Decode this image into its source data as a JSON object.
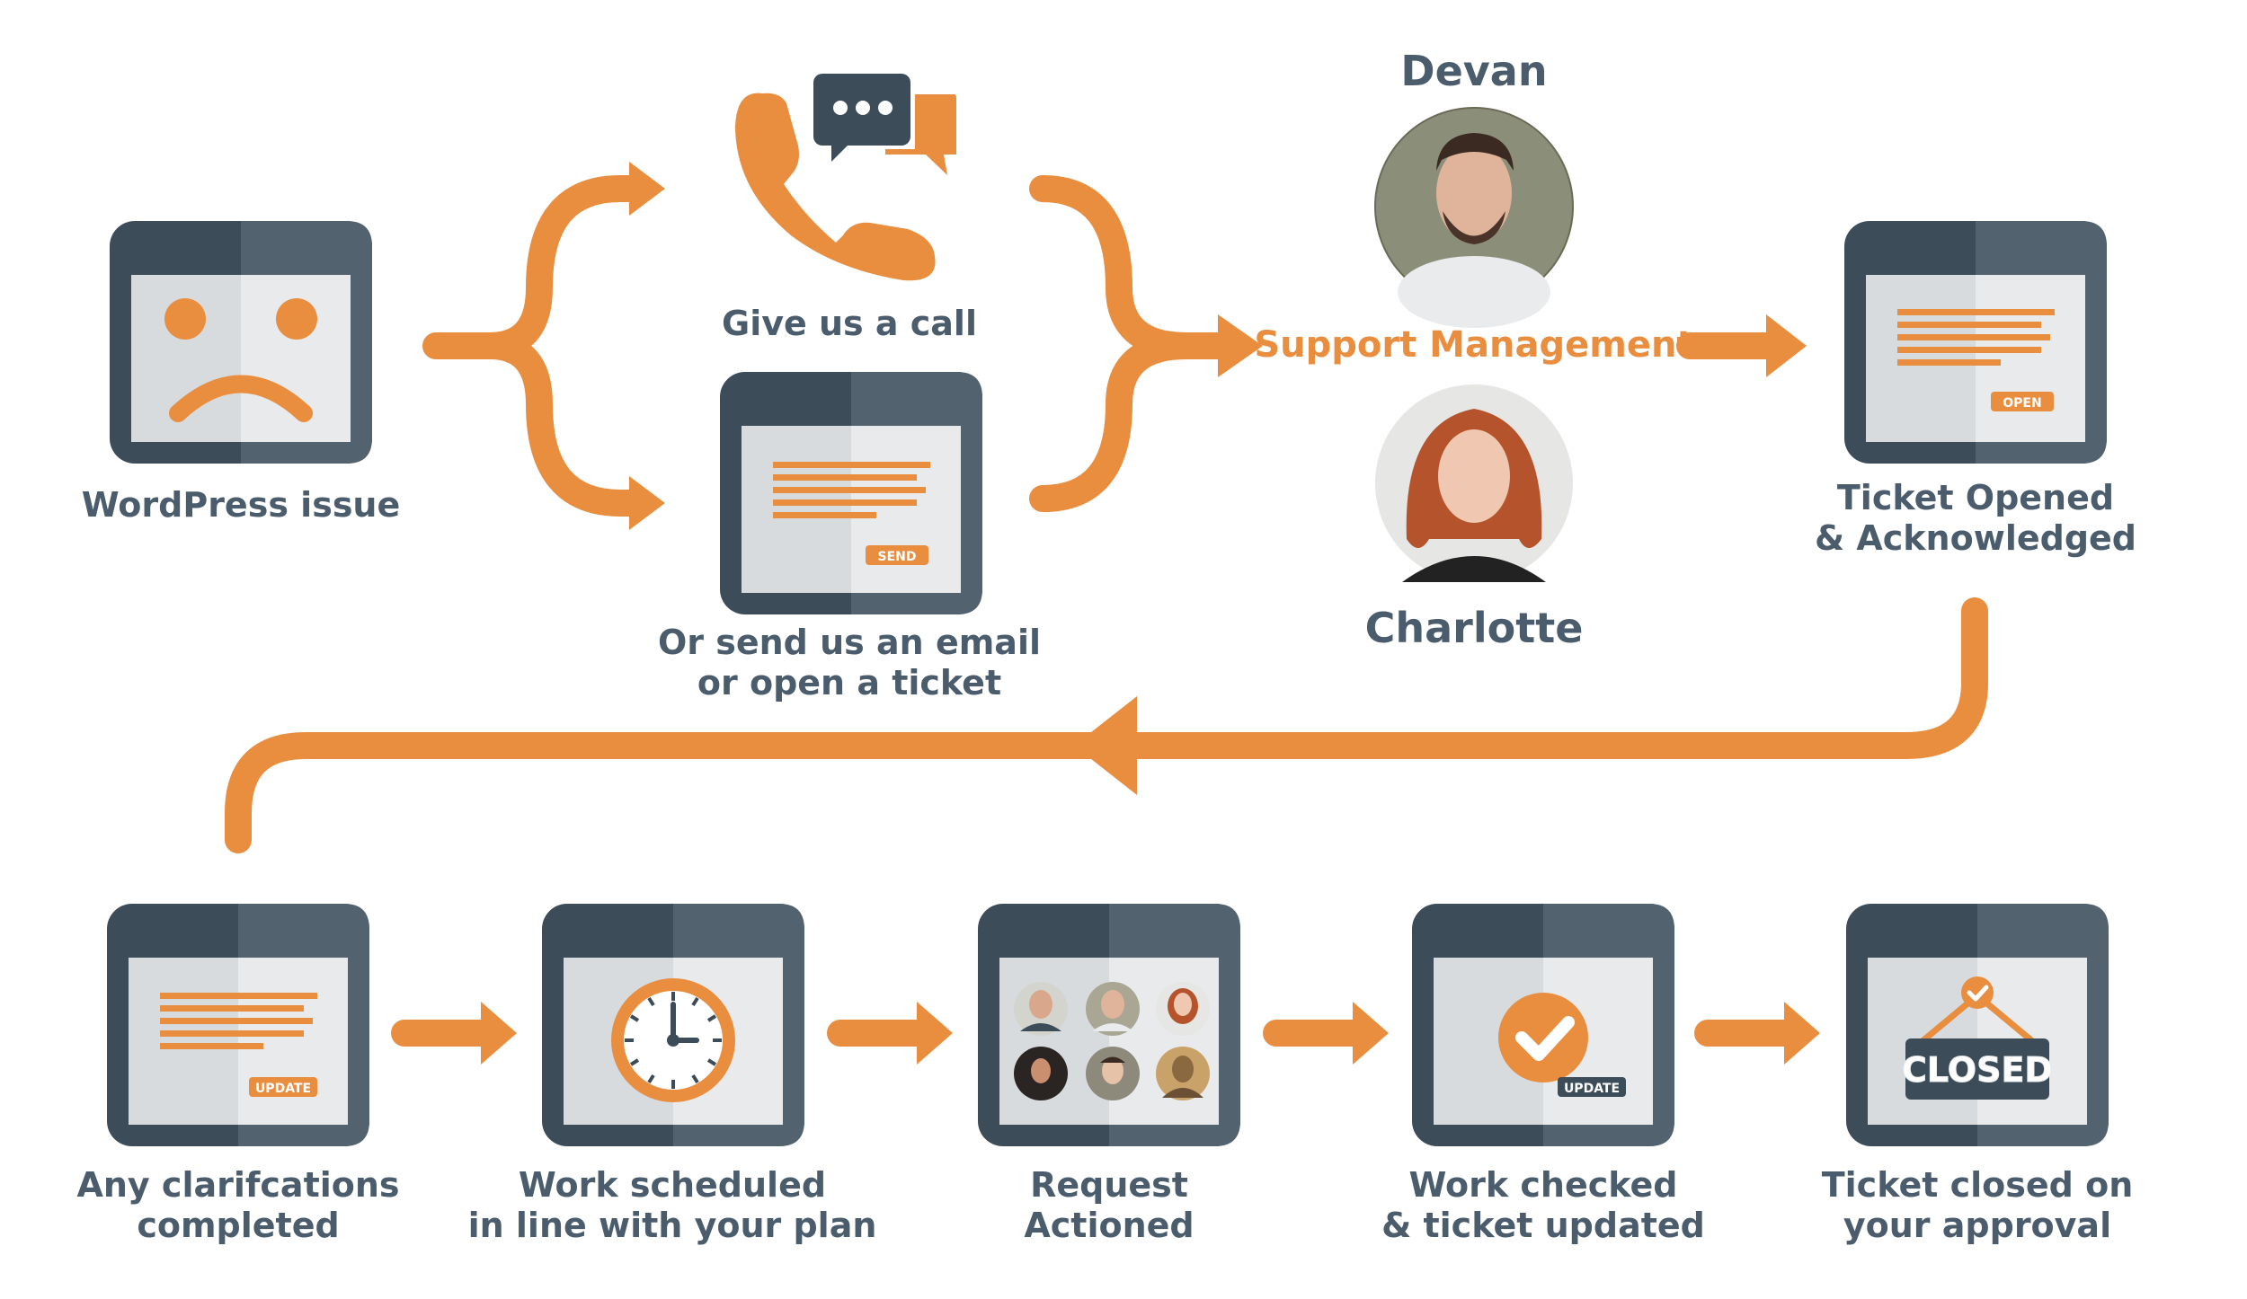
{
  "colors": {
    "orange": "#e98d3f",
    "dark": "#3c4c58",
    "slate": "#52636f",
    "screen": "#d8dbdd",
    "text": "#4b5d6c"
  },
  "top_row": {
    "wordpress_issue": {
      "label": "WordPress issue",
      "icon": "sad-face-window-icon"
    },
    "call": {
      "label": "Give us a call",
      "icon": "phone-chat-icon"
    },
    "email": {
      "label_line1": "Or send us an email",
      "label_line2": "or open a ticket",
      "badge": "SEND",
      "icon": "email-window-icon"
    },
    "support": {
      "label": "Support Management",
      "person1": "Devan",
      "person2": "Charlotte"
    },
    "ticket_opened": {
      "label_line1": "Ticket Opened",
      "label_line2": "& Acknowledged",
      "badge": "OPEN",
      "icon": "ticket-window-icon"
    }
  },
  "bottom_row": {
    "clarifications": {
      "label_line1": "Any clarifcations",
      "label_line2": "completed",
      "badge": "UPDATE",
      "icon": "update-window-icon"
    },
    "scheduled": {
      "label_line1": "Work scheduled",
      "label_line2": "in line with your plan",
      "icon": "clock-window-icon"
    },
    "actioned": {
      "label_line1": "Request",
      "label_line2": "Actioned",
      "icon": "team-window-icon"
    },
    "checked": {
      "label_line1": "Work checked",
      "label_line2": "& ticket updated",
      "badge": "UPDATE",
      "icon": "checkmark-window-icon"
    },
    "closed": {
      "label_line1": "Ticket closed on",
      "label_line2": "your approval",
      "sign": "CLOSED",
      "icon": "closed-sign-window-icon"
    }
  }
}
